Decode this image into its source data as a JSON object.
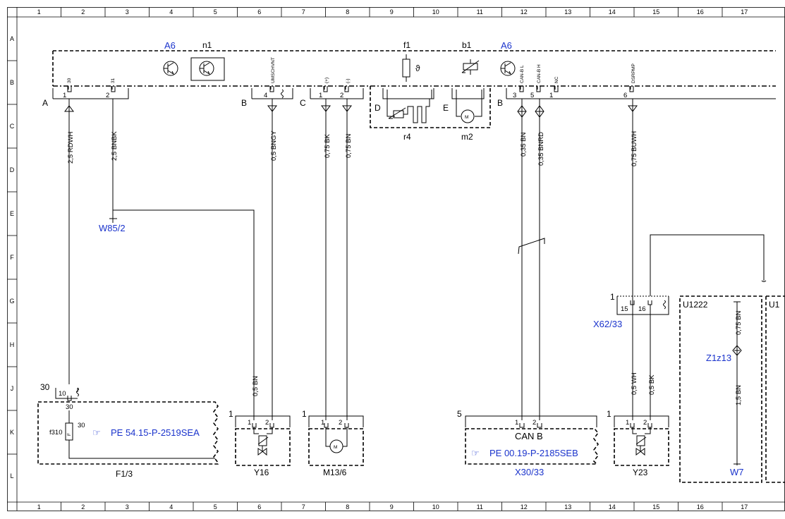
{
  "grid": {
    "columns": [
      "1",
      "2",
      "3",
      "4",
      "5",
      "6",
      "7",
      "8",
      "9",
      "10",
      "11",
      "12",
      "13",
      "14",
      "15",
      "16",
      "17"
    ],
    "rows": [
      "A",
      "B",
      "C",
      "D",
      "E",
      "F",
      "G",
      "H",
      "J",
      "K",
      "L"
    ]
  },
  "control_unit": {
    "ref": "A6",
    "ref_right": "A6",
    "n1": "n1",
    "f1": "f1",
    "b1": "b1",
    "r4": "r4",
    "m2": "m2",
    "connector_A": "A",
    "connector_B": "B",
    "connector_C": "C",
    "connector_D": "D",
    "connector_E": "E",
    "connector_B2": "B",
    "theta": "ϑ"
  },
  "pins": {
    "a_30_top": "30",
    "a_31_top": "31",
    "a_1": "1",
    "a_2": "2",
    "b_umschvnt": "UMSCHVNT",
    "b_4": "4",
    "c_plus": "(+)",
    "c_minus": "(-)",
    "c_1": "1",
    "c_2": "2",
    "canbl": "CAN-B L",
    "canbh": "CAN-B H",
    "nc": "NC",
    "b2_3": "3",
    "b2_5": "5",
    "b2_1": "1",
    "dsrpmp": "DSRPMP",
    "b2_6": "6"
  },
  "wires": {
    "w1": "2,5 RDWH",
    "w2": "2,5 BNBK",
    "w3": "0,5 BNGY",
    "w4": "0,75 BK",
    "w5": "0,75 BN",
    "w6": "0,35 BN",
    "w7": "0,35 BNRD",
    "w8": "0,75 BUWH",
    "w9": "0,5 BN",
    "w10": "0,5 WH",
    "w11": "0,5 BK",
    "w12": "0,75 BN",
    "w13": "1,5 BN"
  },
  "components": {
    "f13_label": "F1/3",
    "f13_30": "30",
    "f13_10": "10",
    "f13_pin30": "30",
    "f13_fuse": "f310",
    "f13_fuse30": "30",
    "f13_ref": "PE 54.15-P-2519SEA",
    "y16_label": "Y16",
    "y16_1": "1",
    "y16_p1": "1",
    "y16_p2": "2",
    "m136_label": "M13/6",
    "m136_1": "1",
    "m136_p1": "1",
    "m136_p2": "2",
    "x3033_label": "X30/33",
    "x3033_5": "5",
    "x3033_p1": "1",
    "x3033_p2": "2",
    "x3033_canb": "CAN B",
    "x3033_ref": "PE 00.19-P-2185SEB",
    "y23_label": "Y23",
    "y23_1": "1",
    "y23_p1": "1",
    "y23_p2": "2",
    "w852": "W85/2",
    "x6233": "X62/33",
    "x6233_1": "1",
    "x6233_15": "15",
    "x6233_16": "16",
    "u1222": "U1222",
    "u1_partial": "U1",
    "z1z13": "Z1z13",
    "w7": "W7"
  },
  "colors": {
    "link": "#1a33cc",
    "line": "#000000",
    "background": "#ffffff"
  }
}
